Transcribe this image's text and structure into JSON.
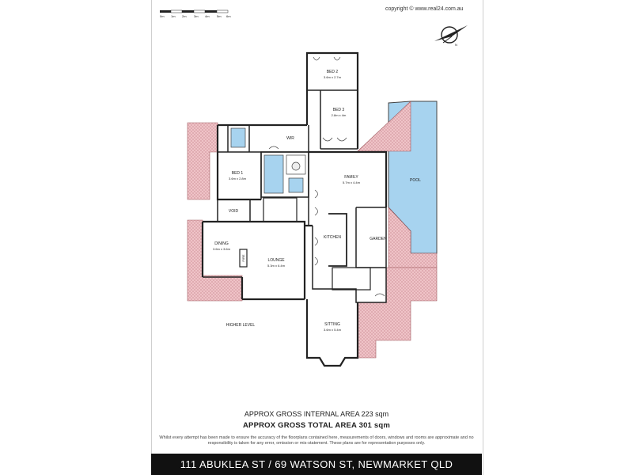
{
  "copyright": "copyright © www.real24.com.au",
  "scale_bar": {
    "ticks": [
      "0m",
      "1m",
      "2m",
      "3m",
      "4m",
      "5m",
      "6m"
    ]
  },
  "rooms": {
    "bed2": {
      "name": "BED 2",
      "dims": "3.6m x 2.7m"
    },
    "bed3": {
      "name": "BED 3",
      "dims": "2.8m x 4m"
    },
    "wir": {
      "name": "WIR"
    },
    "bed1": {
      "name": "BED 1",
      "dims": "3.6m x 2.8m"
    },
    "family": {
      "name": "FAMILY",
      "dims": "5.7m x 4.4m"
    },
    "pool": {
      "name": "POOL"
    },
    "void": {
      "name": "VOID"
    },
    "kitchen": {
      "name": "KITCHEN"
    },
    "garden": {
      "name": "GARDEN"
    },
    "dining": {
      "name": "DINING",
      "dims": "3.6m x 3.6m"
    },
    "fire": {
      "name": "FIRE"
    },
    "lounge": {
      "name": "LOUNGE",
      "dims": "5.3m x 6.4m"
    },
    "sitting": {
      "name": "SITTING",
      "dims": "3.6m x 5.4m"
    }
  },
  "level_label": "HIGHER LEVEL",
  "internal_area": "APPROX GROSS INTERNAL AREA 223 sqm",
  "total_area": "APPROX GROSS TOTAL AREA 301 sqm",
  "disclaimer": "Whilst every attempt has been made to ensure the accuracy of the floorplans contained here, measurements of doors, windows and rooms are approximate and no responsibility is taken for any error, omission or mis-statement. These plans are for representation purposes only.",
  "address": "111 ABUKLEA ST / 69 WATSON ST, NEWMARKET  QLD",
  "colors": {
    "deck": "#efc3c7",
    "pool": "#a7d3ef",
    "wall": "#222222",
    "footer": "#111111"
  }
}
